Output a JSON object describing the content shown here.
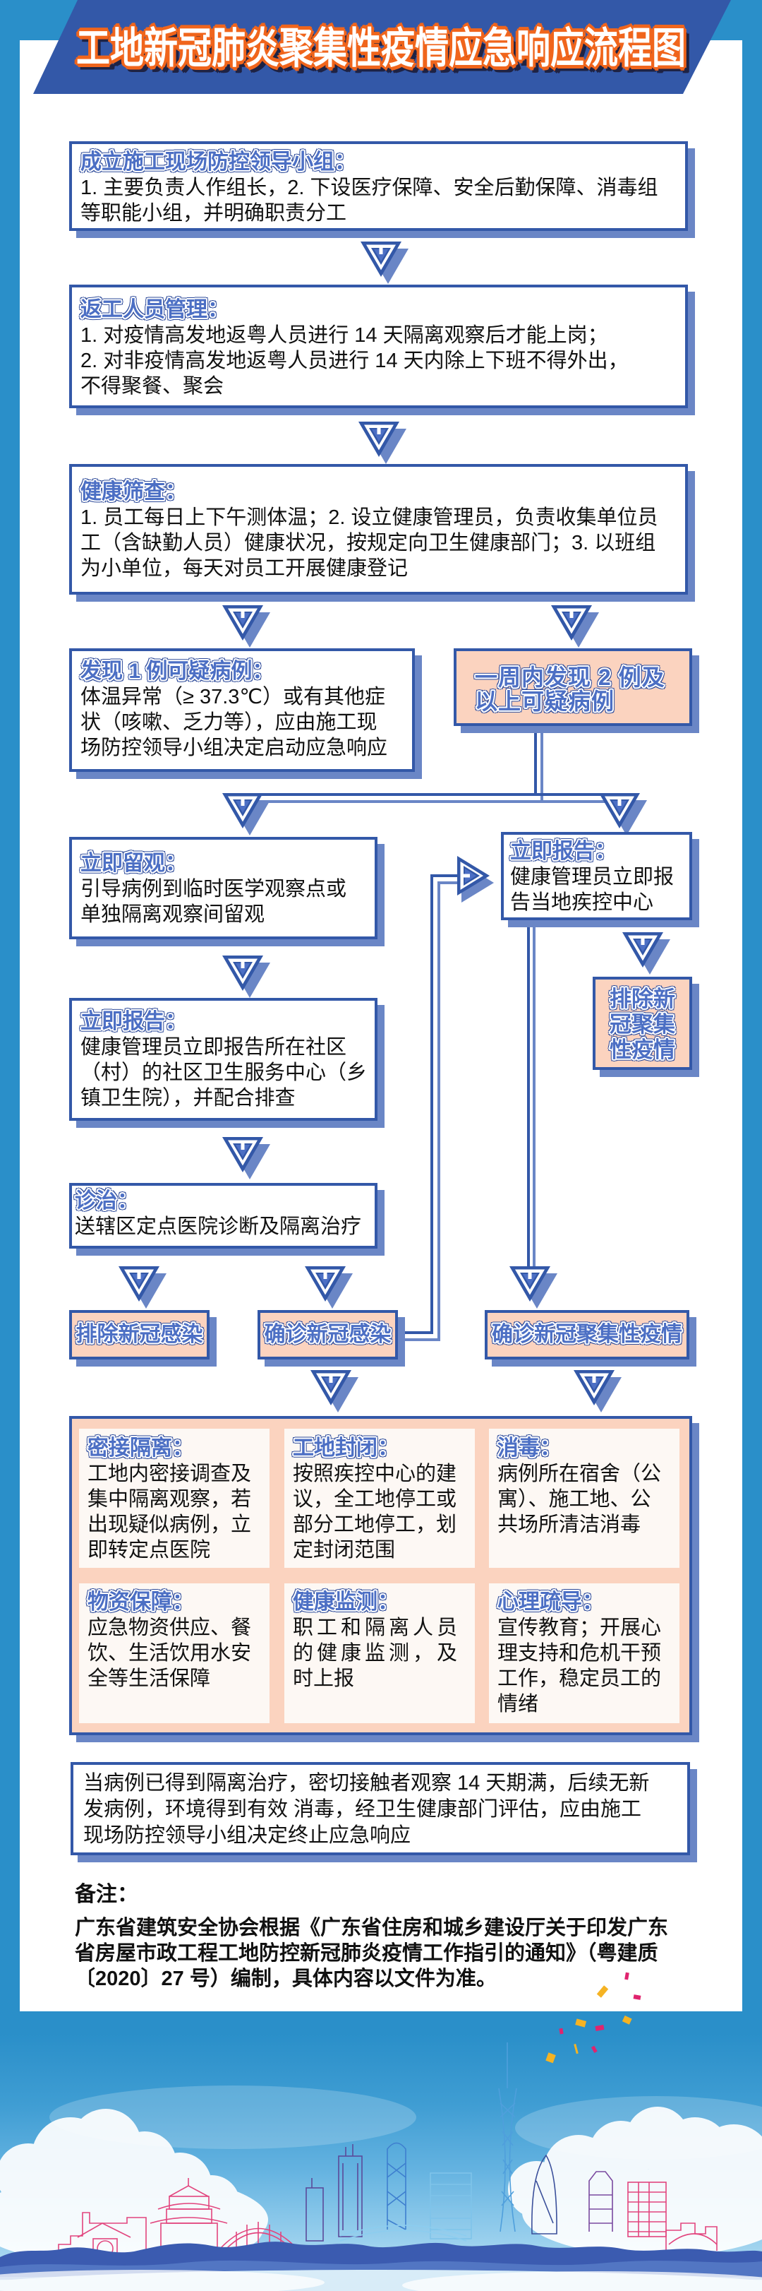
{
  "theme": {
    "page_background": "#2a8fc9",
    "accent_blue": "#3358a8",
    "shadow_blue": "#6a86c6",
    "heading_blue": "#4c6fc4",
    "peach": "#fbd3bf",
    "card_background": "#fdf8f4",
    "title_stroke_orange": "#f0651c",
    "title_shadow_navy": "#1f2344"
  },
  "title": "工地新冠肺炎聚集性疫情应急响应流程图",
  "steps": [
    {
      "heading": "成立施工现场防控领导小组：",
      "lines": [
        "1. 主要负责人作组长，2. 下设医疗保障、安全后勤保障、消毒组",
        "等职能小组，并明确职责分工"
      ]
    },
    {
      "heading": "返工人员管理：",
      "lines": [
        "1. 对疫情高发地返粤人员进行 14 天隔离观察后才能上岗；",
        "2. 对非疫情高发地返粤人员进行 14 天内除上下班不得外出，",
        "不得聚餐、聚会"
      ]
    },
    {
      "heading": "健康筛查：",
      "lines": [
        "1. 员工每日上下午测体温；2. 设立健康管理员，负责收集单位员",
        "工（含缺勤人员）健康状况，按规定向卫生健康部门；3. 以班组",
        "为小单位，每天对员工开展健康登记"
      ]
    },
    {
      "heading": "发现 1 例可疑病例：",
      "lines": [
        "体温异常（≥ 37.3℃）或有其他症",
        "状（咳嗽、乏力等），应由施工现",
        "场防控领导小组决定启动应急响应"
      ]
    },
    {
      "heading": "立即留观：",
      "lines": [
        "引导病例到临时医学观察点或",
        "单独隔离观察间留观"
      ]
    },
    {
      "heading": "立即报告：",
      "lines": [
        "健康管理员立即报",
        "告当地疾控中心"
      ]
    },
    {
      "heading": "立即报告：",
      "lines": [
        "健康管理员立即报告所在社区",
        "（村）的社区卫生服务中心（乡",
        "镇卫生院），并配合排查"
      ]
    },
    {
      "heading": "诊治：",
      "lines": [
        "送辖区定点医院诊断及隔离治疗"
      ]
    }
  ],
  "outcomes": {
    "two_or_more_cases": [
      "一周内发现 2 例及",
      "以上可疑病例"
    ],
    "exclude_cluster": [
      "排除新",
      "冠聚集",
      "性疫情"
    ],
    "exclude_infection": "排除新冠感染",
    "confirmed_infection": "确诊新冠感染",
    "confirmed_cluster": "确诊新冠聚集性疫情"
  },
  "measures": [
    {
      "heading": "密接隔离：",
      "lines": [
        "工地内密接调查及",
        "集中隔离观察，若",
        "出现疑似病例，立",
        "即转定点医院"
      ]
    },
    {
      "heading": "工地封闭：",
      "lines": [
        "按照疾控中心的建",
        "议，全工地停工或",
        "部分工地停工，划",
        "定封闭范围"
      ]
    },
    {
      "heading": "消毒：",
      "lines": [
        "病例所在宿舍（公",
        "寓）、施工地、公",
        "共场所清洁消毒"
      ]
    },
    {
      "heading": "物资保障：",
      "lines": [
        "应急物资供应、餐",
        "饮、生活饮用水安",
        "全等生活保障"
      ]
    },
    {
      "heading": "健康监测：",
      "lines": [
        "职工和隔离人员",
        "的健康监测，及",
        "时上报"
      ]
    },
    {
      "heading": "心理疏导：",
      "lines": [
        "宣传教育；开展心",
        "理支持和危机干预",
        "工作，稳定员工的",
        "情绪"
      ]
    }
  ],
  "termination": {
    "lines": [
      "当病例已得到隔离治疗，密切接触者观察 14 天期满，后续无新",
      "发病例，环境得到有效 消毒，经卫生健康部门评估，应由施工",
      "现场防控领导小组决定终止应急响应"
    ]
  },
  "note": {
    "label": "备注：",
    "lines": [
      "广东省建筑安全协会根据《广东省住房和城乡建设厅关于印发广东",
      "省房屋市政工程工地防控新冠肺炎疫情工作指引的通知》（粤建质",
      "〔2020〕27 号）编制，具体内容以文件为准。"
    ]
  }
}
